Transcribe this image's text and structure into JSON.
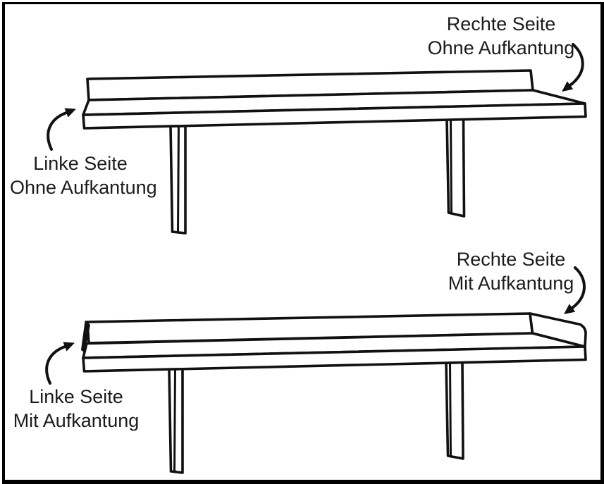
{
  "diagram": {
    "background_color": "#ffffff",
    "line_color": "#111111",
    "text_color": "#1c1c1c",
    "border_color": "#000000",
    "panels": {
      "top": {
        "variant": "Ohne Aufkantung",
        "left_label": {
          "line1": "Linke Seite",
          "line2": "Ohne Aufkantung"
        },
        "right_label": {
          "line1": "Rechte Seite",
          "line2": "Ohne Aufkantung"
        }
      },
      "bottom": {
        "variant": "Mit Aufkantung",
        "left_label": {
          "line1": "Linke Seite",
          "line2": "Mit Aufkantung"
        },
        "right_label": {
          "line1": "Rechte Seite",
          "line2": "Mit Aufkantung"
        }
      }
    },
    "icons": {
      "arrow_style": "curved-arrow-icon"
    }
  }
}
